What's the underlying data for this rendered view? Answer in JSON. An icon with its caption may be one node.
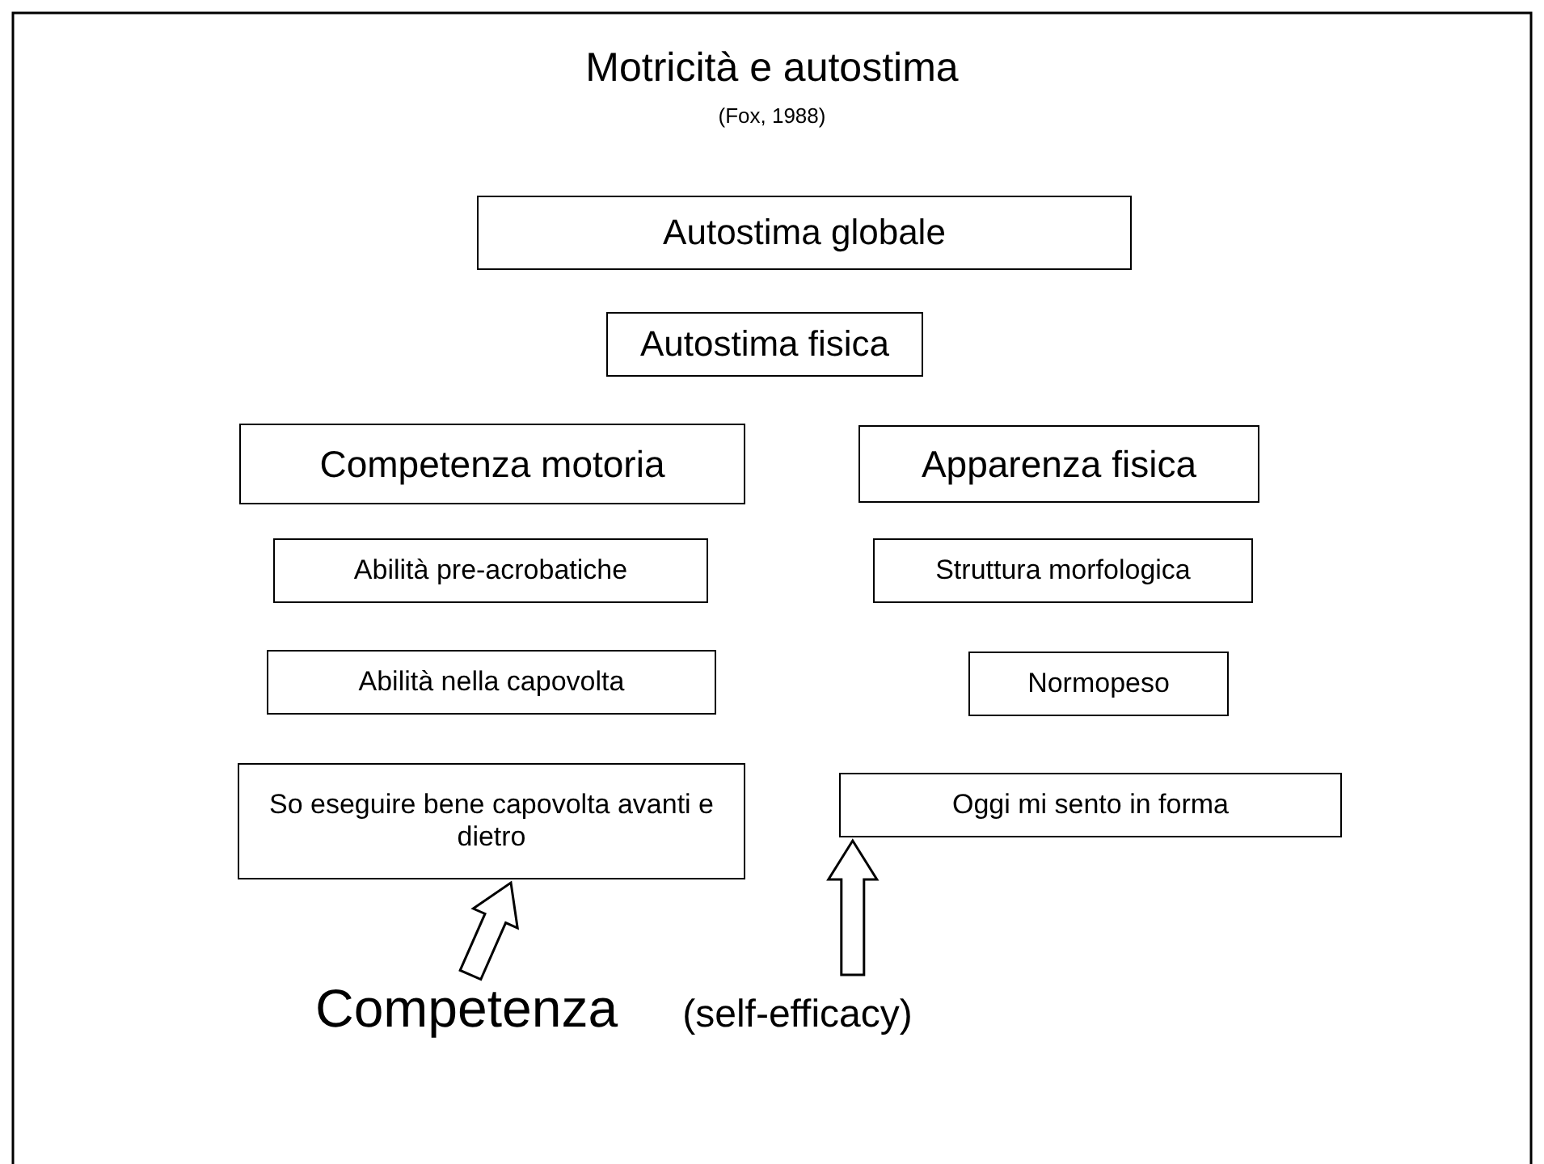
{
  "diagram": {
    "title": "Motricità e autostima",
    "caption": "(Fox, 1988)",
    "nodes": [
      {
        "text": [
          "Autostima globale"
        ]
      },
      {
        "text": [
          "Autostima fisica"
        ]
      },
      {
        "text": [
          "Competenza motoria"
        ]
      },
      {
        "text": [
          "Apparenza fisica"
        ]
      },
      {
        "text": [
          "Abilità pre-acrobatiche"
        ]
      },
      {
        "text": [
          "Struttura morfologica"
        ]
      },
      {
        "text": [
          "Abilità nella capovolta"
        ]
      },
      {
        "text": [
          "Normopeso"
        ]
      },
      {
        "text": [
          "So eseguire bene capovolta avanti e dietro"
        ]
      },
      {
        "text": [
          "Oggi mi sento in forma"
        ]
      },
      {
        "text": [
          "Competenza",
          "(self-efficacy)"
        ]
      }
    ],
    "edges": [
      {
        "from": 10,
        "to": 8,
        "arrow": "to",
        "style": "thick"
      },
      {
        "from": 10,
        "to": 9,
        "arrow": "to",
        "style": "thick"
      }
    ]
  }
}
